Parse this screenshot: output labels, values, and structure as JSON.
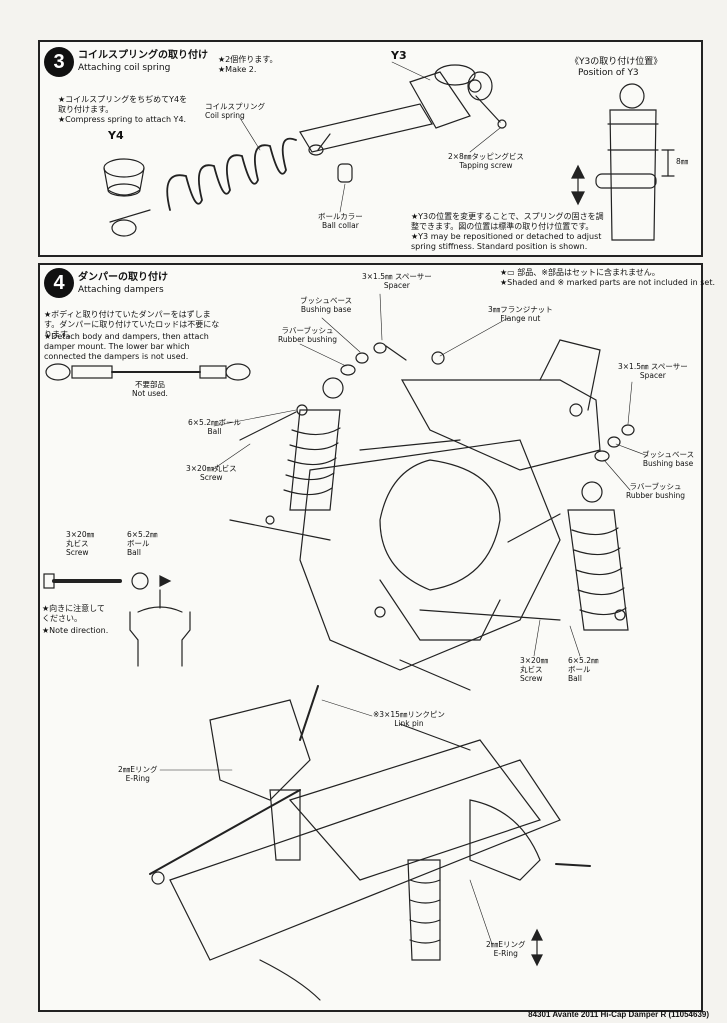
{
  "step3": {
    "number": "3",
    "title_jp": "コイルスプリングの取り付け",
    "title_en": "Attaching coil spring",
    "make_jp": "★2個作ります。",
    "make_en": "★Make 2.",
    "compress_jp": "★コイルスプリングをちぢめてY4を取り付けます。",
    "compress_en": "★Compress spring to attach Y4.",
    "y3": "Y3",
    "y4": "Y4",
    "coil_jp": "コイルスプリング",
    "coil_en": "Coil spring",
    "tapping_jp": "2×8㎜タッピングビス",
    "tapping_en": "Tapping screw",
    "collar_jp": "ボールカラー",
    "collar_en": "Ball collar",
    "pos_title_jp": "《Y3の取り付け位置》",
    "pos_title_en": "Position of Y3",
    "dim": "8㎜",
    "reposition_jp": "★Y3の位置を変更することで、スプリングの固さを調整できます。図の位置は標準の取り付け位置です。",
    "reposition_en": "★Y3 may be repositioned or detached to adjust spring stiffness. Standard position is shown."
  },
  "step4": {
    "number": "4",
    "title_jp": "ダンパーの取り付け",
    "title_en": "Attaching dampers",
    "detach_jp": "★ボディと取り付けていたダンパーをはずします。ダンパーに取り付けていたロッドは不要になります。",
    "detach_en": "★Detach body and dampers, then attach damper mount. The lower bar which connected the dampers is not used.",
    "notused_jp": "不要部品",
    "notused_en": "Not used.",
    "parts_note_jp": "★▭ 部品、※部品はセットに含まれません。",
    "parts_note_en": "★Shaded and ※ marked parts are not included in set.",
    "spacer_jp": "3×1.5㎜ スペーサー",
    "spacer_en": "Spacer",
    "bushing_base_jp": "ブッシュベース",
    "bushing_base_en": "Bushing base",
    "rubber_jp": "ラバーブッシュ",
    "rubber_en": "Rubber bushing",
    "flange_jp": "3㎜フランジナット",
    "flange_en": "Flange nut",
    "ball_jp": "6×5.2㎜ボール",
    "ball_en": "Ball",
    "screw_jp": "3×20㎜丸ビス",
    "screw_en": "Screw",
    "screw2_jp1": "3×20㎜",
    "screw2_jp2": "丸ビス",
    "ball2_jp1": "6×5.2㎜",
    "ball2_jp2": "ボール",
    "direction_jp": "★向きに注意してください。",
    "direction_en": "★Note direction.",
    "linkpin_jp": "※3×15㎜リンクピン",
    "linkpin_en": "Link pin",
    "ering_jp": "2㎜Eリング",
    "ering_en": "E-Ring"
  },
  "footer": "84301  Avante 2011 Hi-Cap Damper R (11054639)"
}
